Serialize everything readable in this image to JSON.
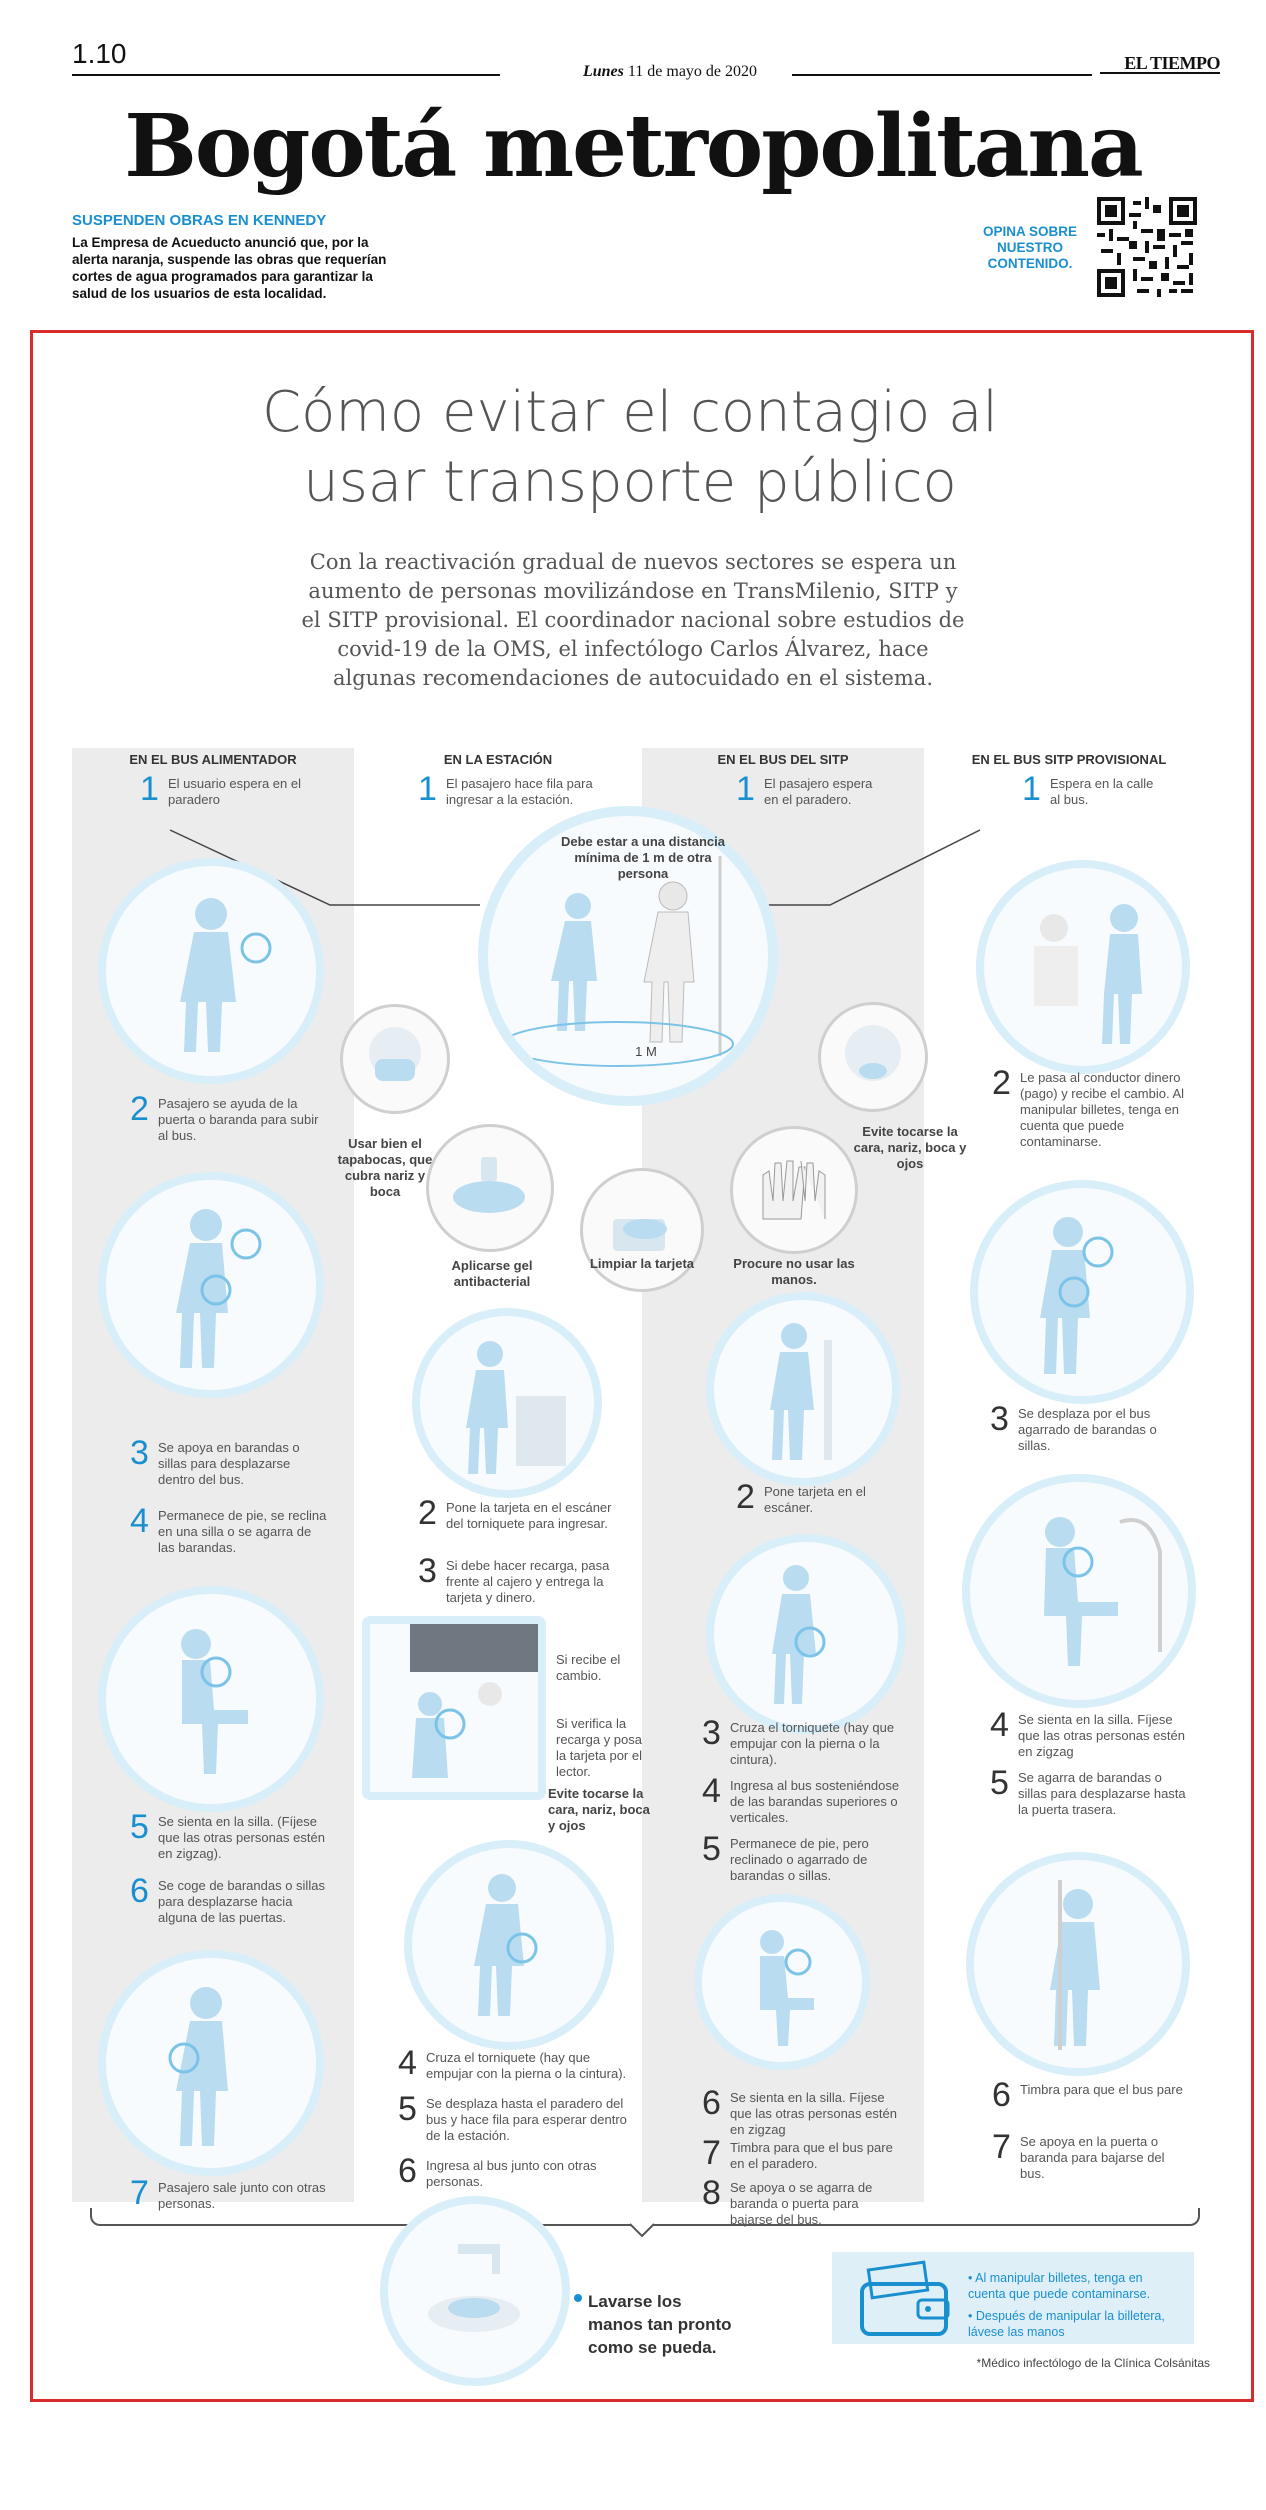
{
  "header": {
    "page_number": "1.10",
    "date_day": "Lunes",
    "date_rest": "11 de mayo de 2020",
    "newspaper": "EL TIEMPO",
    "section_title": "Bogotá metropolitana"
  },
  "brief": {
    "headline": "SUSPENDEN OBRAS EN KENNEDY",
    "body": "La Empresa de Acueducto anunció que, por la alerta naranja, suspende las obras que requerían cortes de agua programados para garantizar la salud de los usuarios de esta localidad."
  },
  "opina": {
    "line1": "OPINA SOBRE",
    "line2": "NUESTRO",
    "line3": "CONTENIDO."
  },
  "infographic": {
    "title_line1": "Cómo evitar el contagio al",
    "title_line2": "usar transporte público",
    "intro": "Con la reactivación gradual de nuevos sectores se espera un aumento de personas movilizándose en TransMilenio, SITP y el SITP provisional. El coordinador nacional sobre estudios de covid-19 de la OMS, el infectólogo Carlos Álvarez, hace algunas recomendaciones de autocuidado en el sistema.",
    "columns": [
      {
        "heading": "EN EL BUS ALIMENTADOR",
        "steps": [
          {
            "n": "1",
            "text": "El usuario espera en el paradero"
          },
          {
            "n": "2",
            "text": "Pasajero se ayuda de la puerta o baranda para subir al bus."
          },
          {
            "n": "3",
            "text": "Se apoya en barandas o sillas para desplazarse dentro del bus."
          },
          {
            "n": "4",
            "text": "Permanece de pie, se reclina en una silla o se agarra de las barandas."
          },
          {
            "n": "5",
            "text": "Se sienta en la silla. (Fíjese que las otras personas estén en zigzag)."
          },
          {
            "n": "6",
            "text": "Se coge de barandas o sillas para desplazarse hacia alguna de las puertas."
          },
          {
            "n": "7",
            "text": "Pasajero sale junto con otras personas."
          }
        ]
      },
      {
        "heading": "EN LA ESTACIÓN",
        "steps": [
          {
            "n": "1",
            "text": "El pasajero hace fila para ingresar a la estación."
          },
          {
            "n": "2",
            "text": "Pone la tarjeta en el escáner del torniquete para ingresar."
          },
          {
            "n": "3",
            "text": "Si debe hacer recarga, pasa frente al cajero y entrega la tarjeta y dinero."
          },
          {
            "n": "4",
            "text": "Cruza el torniquete (hay que empujar con la pierna o la cintura)."
          },
          {
            "n": "5",
            "text": "Se desplaza hasta el paradero del bus y hace fila para esperar dentro de la estación."
          },
          {
            "n": "6",
            "text": "Ingresa al bus junto con otras personas."
          }
        ]
      },
      {
        "heading": "EN EL BUS DEL SITP",
        "steps": [
          {
            "n": "1",
            "text": "El pasajero espera en el paradero."
          },
          {
            "n": "2",
            "text": "Pone tarjeta en el escáner."
          },
          {
            "n": "3",
            "text": "Cruza el torniquete (hay que empujar con la pierna o la cintura)."
          },
          {
            "n": "4",
            "text": "Ingresa al bus sosteniéndose de las barandas superiores o verticales."
          },
          {
            "n": "5",
            "text": "Permanece de pie, pero reclinado o agarrado de barandas o sillas."
          },
          {
            "n": "6",
            "text": "Se sienta en la silla. Fíjese que las otras personas estén en zigzag"
          },
          {
            "n": "7",
            "text": "Timbra para que el bus pare en el paradero."
          },
          {
            "n": "8",
            "text": "Se apoya o se agarra de baranda o puerta para bajarse del bus."
          }
        ]
      },
      {
        "heading": "EN EL BUS SITP PROVISIONAL",
        "steps": [
          {
            "n": "1",
            "text": "Espera en la calle al bus."
          },
          {
            "n": "2",
            "text": "Le pasa al conductor dinero (pago) y recibe el cambio. Al manipular billetes, tenga en cuenta que puede contaminarse."
          },
          {
            "n": "3",
            "text": "Se desplaza por el bus agarrado de barandas o sillas."
          },
          {
            "n": "4",
            "text": "Se sienta en la silla. Fíjese que las otras personas estén en zigzag"
          },
          {
            "n": "5",
            "text": "Se agarra de barandas o sillas para desplazarse hasta la puerta trasera."
          },
          {
            "n": "6",
            "text": "Timbra para que el bus pare"
          },
          {
            "n": "7",
            "text": "Se apoya en la puerta o baranda para bajarse del bus."
          }
        ]
      }
    ],
    "labels": {
      "distance": "Debe estar a una distancia mínima de 1 m de otra persona",
      "one_meter": "1 M",
      "mask": "Usar bien el tapabocas, que cubra nariz y boca",
      "gel": "Aplicarse gel antibacterial",
      "card": "Limpiar la tarjeta",
      "hands": "Procure no usar las manos.",
      "face": "Evite tocarse la cara, nariz, boca y ojos",
      "change": "Si recibe el cambio.",
      "verify": "Si verifica la recarga y posa la tarjeta por el lector.",
      "face2": "Evite tocarse la cara, nariz, boca y ojos"
    },
    "wash": "Lavarse los manos tan pronto como se pueda.",
    "legend": [
      "Al manipular billetes, tenga en cuenta que puede contaminarse.",
      "Después de manipular la billetera, lávese las manos"
    ],
    "footnote": "*Médico infectólogo de la Clínica Colsánitas"
  },
  "colors": {
    "accent": "#1a8fd0",
    "frame": "#d92b2b",
    "column_bg": "#ececec",
    "circle_ring": "#d8eef8"
  }
}
